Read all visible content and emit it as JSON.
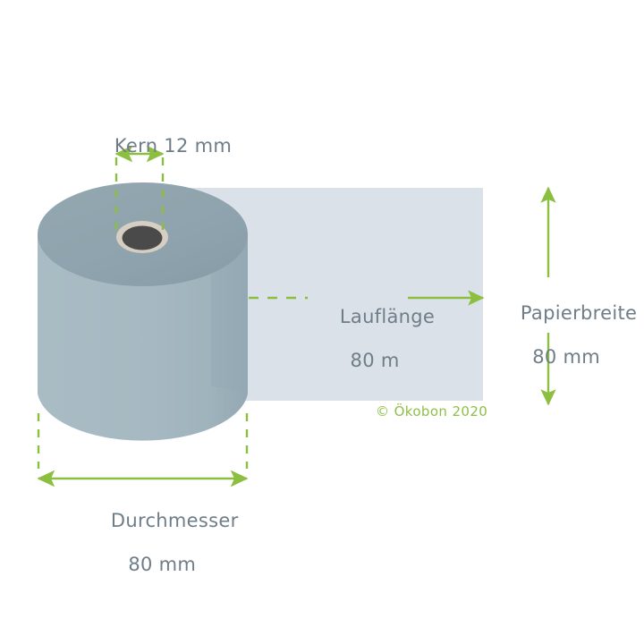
{
  "figure": {
    "title": "Thermorolle Bemassung",
    "subject": "paper-roll-dimensions",
    "background_color": "#ffffff"
  },
  "colors": {
    "accent_green": "#8fbf46",
    "arrow_green": "#8cbf3f",
    "label_gray": "#6e7d88",
    "roll_top": "#8ea3ad",
    "roll_body": "#a6b9c2",
    "roll_body_shade": "#99aeb8",
    "paper_sheet": "#dbe1e8",
    "core_hole": "#4a4a4a",
    "core_ring": "#d6cec2",
    "background": "#ffffff"
  },
  "labels": {
    "kern": {
      "line1": "Kern 12 mm",
      "name": "core-diameter-label"
    },
    "lauflaenge": {
      "line1": "Lauflänge",
      "line2": "80 m",
      "name": "run-length-label"
    },
    "papierbreite": {
      "line1": "Papierbreite",
      "line2": "80 mm",
      "name": "paper-width-label"
    },
    "durchmesser": {
      "line1": "Durchmesser",
      "line2": "80 mm",
      "name": "roll-diameter-label"
    },
    "copyright": "© Ökobon 2020"
  },
  "measurements": [
    {
      "key": "kern",
      "label": "Kern",
      "value": "12",
      "unit": "mm",
      "orientation": "horizontal"
    },
    {
      "key": "lauflaenge",
      "label": "Lauflänge",
      "value": "80",
      "unit": "m",
      "orientation": "horizontal"
    },
    {
      "key": "papierbreite",
      "label": "Papierbreite",
      "value": "80",
      "unit": "mm",
      "orientation": "vertical"
    },
    {
      "key": "durchmesser",
      "label": "Durchmesser",
      "value": "80",
      "unit": "mm",
      "orientation": "horizontal"
    }
  ]
}
